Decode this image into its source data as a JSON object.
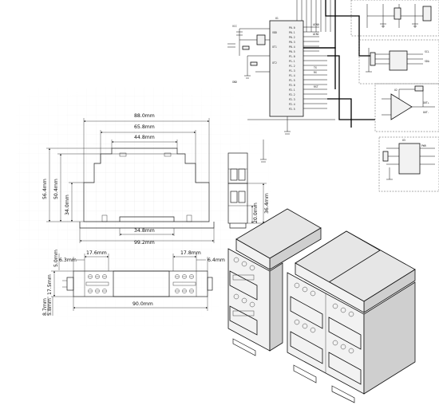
{
  "dimensions": {
    "overall_width": "88.0mm",
    "upper_width": "65.8mm",
    "top_width": "44.8mm",
    "height_total": "56.4mm",
    "height_mid": "50.4mm",
    "height_base": "34.0mm",
    "foot_width": "34.8mm",
    "base_width": "99.2mm",
    "side_lower": "20.0mm",
    "side_upper": "36.4mm",
    "terminal_left": "17.6mm",
    "terminal_right": "17.8mm",
    "offset_left": "6.3mm",
    "offset_right": "6.4mm",
    "top_depth": "5.0mm",
    "depth_width": "17.5mm",
    "rail_a": "8.7mm",
    "rail_b": "5.8mm",
    "bottom_length": "90.0mm"
  },
  "schematic": {
    "ic_main": "U1",
    "ic_amp": "U2",
    "ic_reg": "U3",
    "net_labels": [
      "VCC",
      "GND",
      "AIN0",
      "AIN1",
      "TX",
      "RX",
      "RST",
      "SCL",
      "SDA",
      "OUT+",
      "OUT-",
      "PWR"
    ]
  },
  "colors": {
    "line": "#222222",
    "background": "#ffffff"
  }
}
